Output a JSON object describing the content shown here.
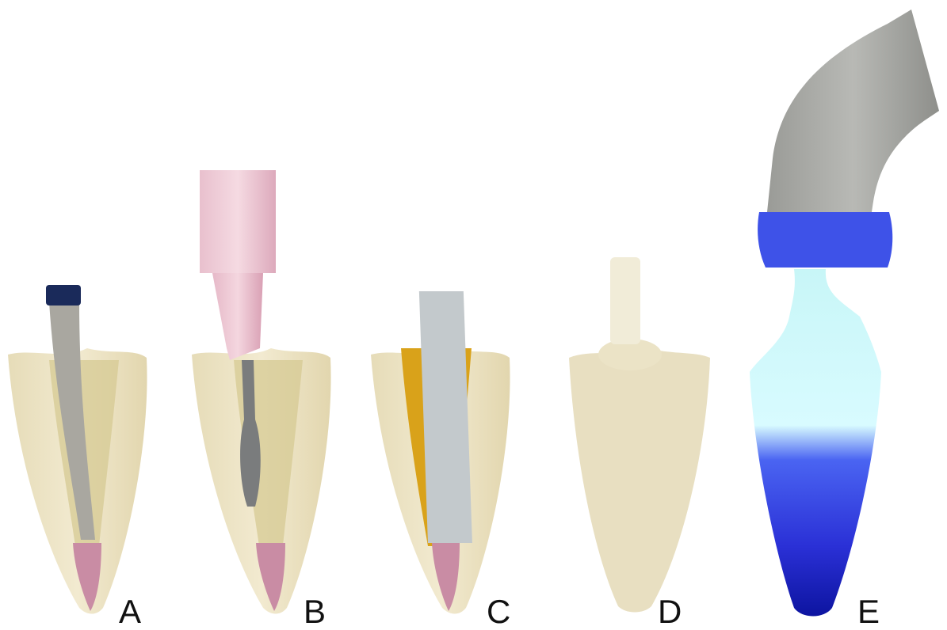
{
  "panels": [
    {
      "label": "A",
      "content": "gutta-percha-point-in-root"
    },
    {
      "label": "B",
      "content": "syringe-needle-in-root"
    },
    {
      "label": "C",
      "content": "fiber-post-with-cement"
    },
    {
      "label": "D",
      "content": "restored-tooth-with-core"
    },
    {
      "label": "E",
      "content": "light-curing-blue-light"
    }
  ],
  "colors": {
    "tooth": "#ede5c8",
    "canal": "#d9cd9a",
    "apex": "#c98ca4",
    "cement": "#d9a21a",
    "post": "#c3c9cc",
    "curing_light": "#2a3cf0",
    "light_glow": "#bff3f5",
    "handpiece": "#a8a9a5"
  }
}
